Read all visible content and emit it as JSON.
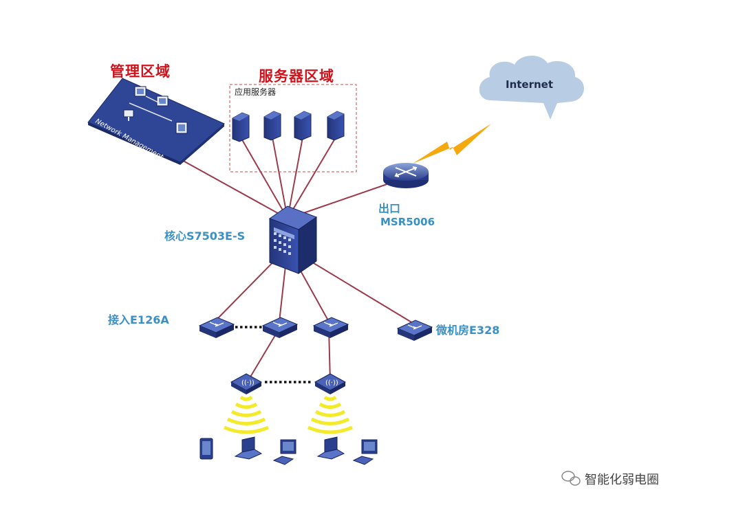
{
  "zones": {
    "management": "管理区域",
    "servers": "服务器区域"
  },
  "server_group_label": "应用服务器",
  "network_management_text": "Network Management",
  "cloud_label": "Internet",
  "core": {
    "label": "核心S7503E-S"
  },
  "egress": {
    "label": "出口",
    "model": "MSR5006"
  },
  "access": {
    "label": "接入E126A"
  },
  "micro_room": {
    "label": "微机房E328"
  },
  "watermark": "智能化弱电圈",
  "colors": {
    "link": "#9b3a4a",
    "device_blue": "#2a3f8e",
    "zone_red": "#d0121b",
    "label_blue": "#3a8fc4",
    "cloud": "#b8cde3",
    "signal_yellow": "#f2ea2a",
    "bolt": "#f5a90f"
  }
}
